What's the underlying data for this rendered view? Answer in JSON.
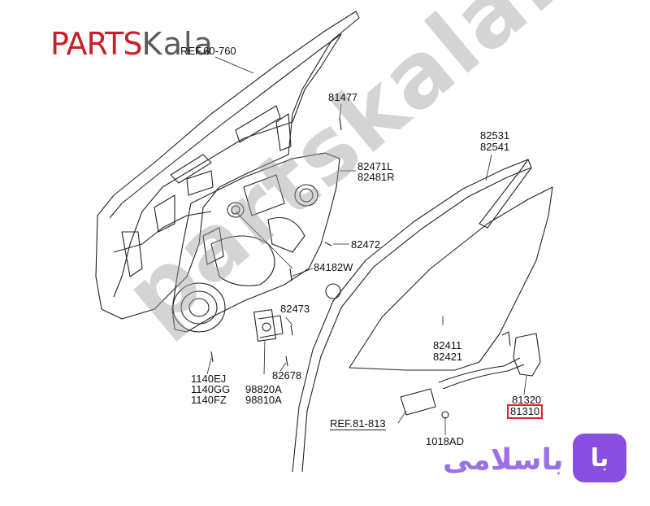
{
  "logo": {
    "parts": "PARTS",
    "kala": "Kala"
  },
  "watermark": "partskala.ir",
  "brand": {
    "badge": "با",
    "text": "باسلامی"
  },
  "labels": {
    "ref60": "REF.60-760",
    "p81477": "81477",
    "p82531": "82531",
    "p82541": "82541",
    "p82471l": "82471L",
    "p82481r": "82481R",
    "p82472": "82472",
    "p84182w": "84182W",
    "p82473": "82473",
    "p82411": "82411",
    "p82421": "82421",
    "p1140ej": "1140EJ",
    "p1140gg": "1140GG",
    "p1140fz": "1140FZ",
    "p98820a": "98820A",
    "p98810a": "98810A",
    "p82678": "82678",
    "p81320": "81320",
    "p81310": "81310",
    "ref81": "REF.81-813",
    "p1018ad": "1018AD"
  },
  "colors": {
    "highlight": "#d4232a",
    "logo_red": "#c8202a",
    "brand_purple": "#8a4fe0"
  }
}
